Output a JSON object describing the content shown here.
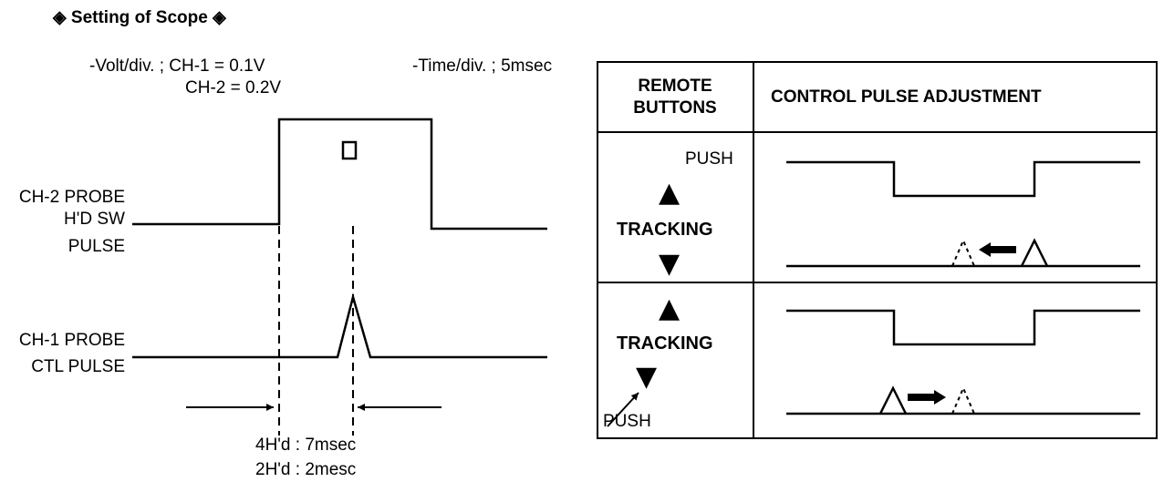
{
  "title": {
    "left_symbol": "◈",
    "text": "Setting of Scope",
    "right_symbol": "◈"
  },
  "settings": {
    "volt_line1": "-Volt/div. ; CH-1 = 0.1V",
    "volt_line2": "CH-2 = 0.2V",
    "time": "-Time/div. ; 5msec"
  },
  "left_labels": {
    "ch2_line1": "CH-2 PROBE",
    "ch2_line2": "H'D SW",
    "ch2_line3": "PULSE",
    "ch1_line1": "CH-1 PROBE",
    "ch1_line2": "CTL PULSE"
  },
  "timing": {
    "line1": "4H'd : 7msec",
    "line2": "2H'd : 2mesc"
  },
  "table": {
    "header_col1": "REMOTE BUTTONS",
    "header_col2": "CONTROL PULSE ADJUSTMENT",
    "row1": {
      "push": "PUSH",
      "up_symbol": "▲",
      "label": "TRACKING",
      "down_symbol": "▼"
    },
    "row2": {
      "up_symbol": "▲",
      "label": "TRACKING",
      "down_symbol": "▼",
      "push": "PUSH"
    }
  }
}
